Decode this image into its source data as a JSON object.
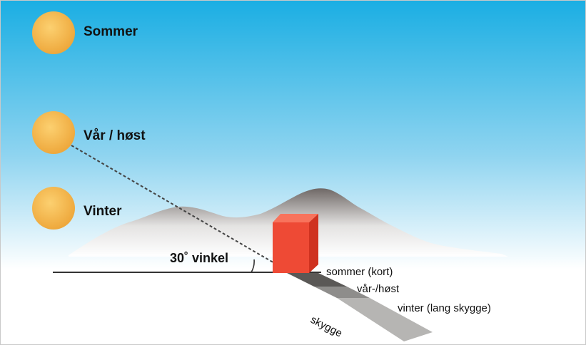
{
  "colors": {
    "sky_top": "#1aaee3",
    "sky_mid": "#8fd4f0",
    "ground": "#ffffff",
    "sun_center": "#fcd070",
    "sun_edge": "#eea83c",
    "mountain_top": "#6f6866",
    "mountain_bottom": "#e4e3e2",
    "block_front": "#ee4a35",
    "block_side": "#cf3220",
    "block_top": "#f8735c",
    "shadow_summer": "#5a5856",
    "shadow_spring": "#8e8d8b",
    "shadow_winter": "#b6b5b3",
    "ray": "#444444",
    "horizon": "#333333"
  },
  "suns": [
    {
      "label": "Sommer",
      "icon": "sun-icon"
    },
    {
      "label": "Vår / høst",
      "icon": "sun-icon"
    },
    {
      "label": "Vinter",
      "icon": "sun-icon"
    }
  ],
  "angle": {
    "label": "30˚ vinkel",
    "degrees": 30
  },
  "shadows": {
    "summer": "sommer (kort)",
    "spring_autumn": "vår-/høst",
    "winter": "vinter (lang skygge)",
    "label": "skygge"
  }
}
